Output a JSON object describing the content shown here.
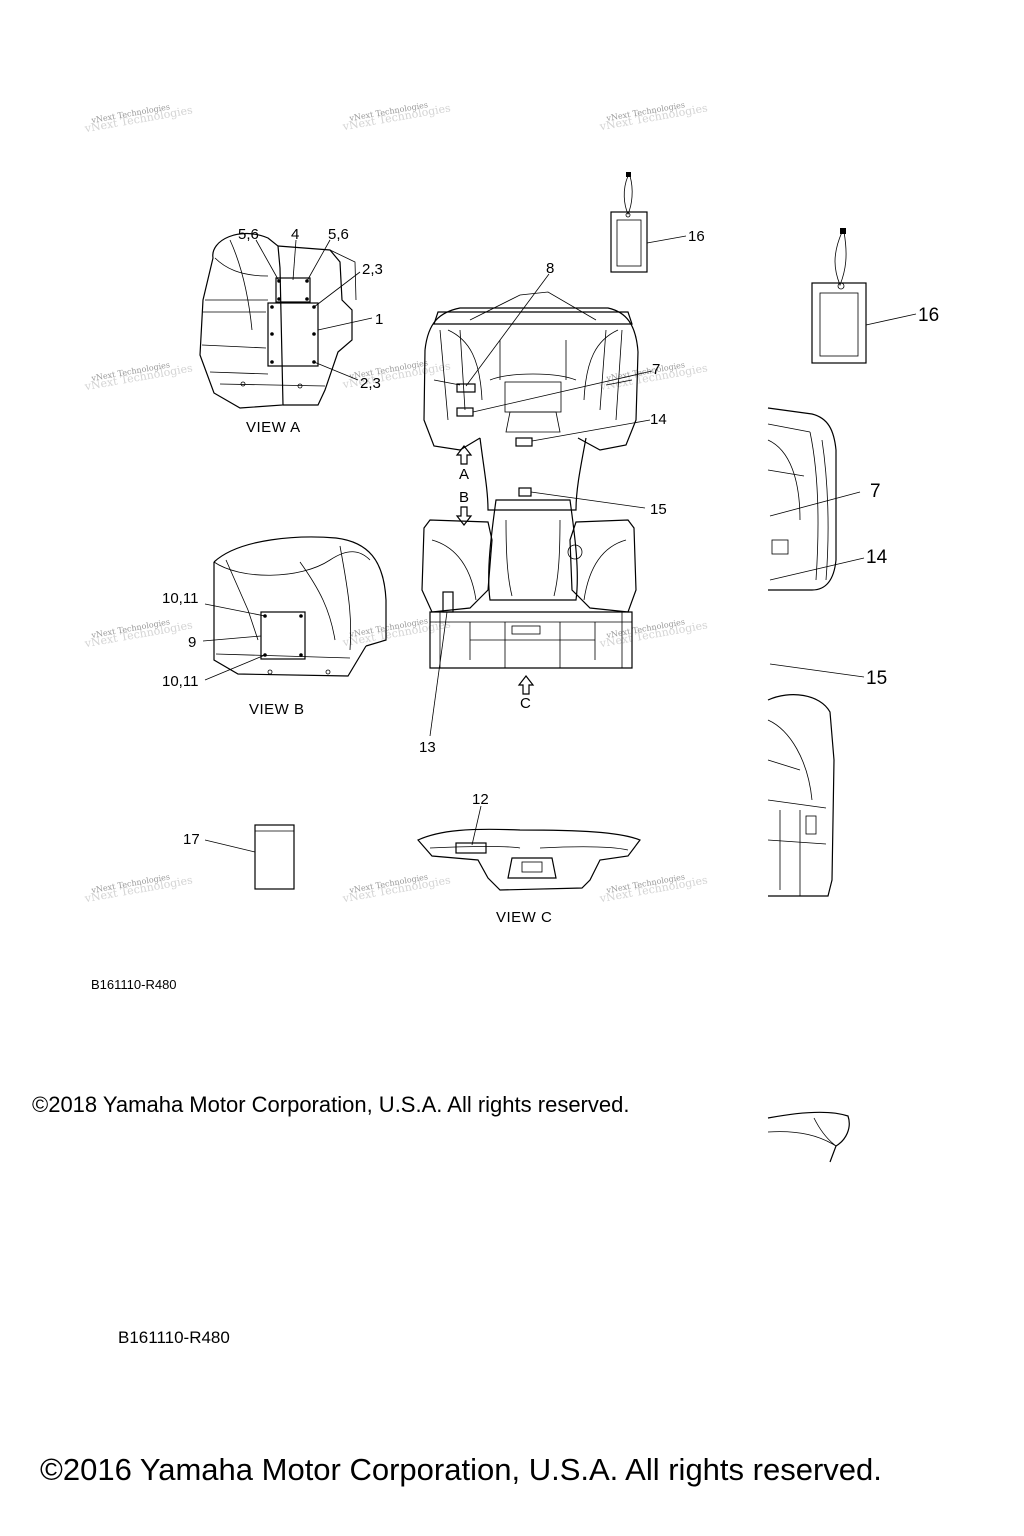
{
  "watermark": "vNext Technologies",
  "views": {
    "a": "VIEW A",
    "b": "VIEW B",
    "c": "VIEW C"
  },
  "arrows": {
    "a": "A",
    "b": "B",
    "c": "C"
  },
  "callouts": {
    "c1": "1",
    "c23_top": "2,3",
    "c23_bottom": "2,3",
    "c4": "4",
    "c56_left": "5,6",
    "c56_right": "5,6",
    "c7": "7",
    "c7_detail": "7",
    "c8": "8",
    "c9": "9",
    "c1011_top": "10,11",
    "c1011_bottom": "10,11",
    "c12": "12",
    "c13": "13",
    "c14": "14",
    "c14_detail": "14",
    "c15": "15",
    "c15_detail": "15",
    "c16": "16",
    "c16_detail": "16",
    "c17": "17"
  },
  "diagram_code_small": "B161110-R480",
  "diagram_code_large": "B161110-R480",
  "copyright_small": "©2018 Yamaha Motor Corporation, U.S.A. All rights reserved.",
  "copyright_large": "©2016 Yamaha Motor Corporation, U.S.A. All rights reserved."
}
